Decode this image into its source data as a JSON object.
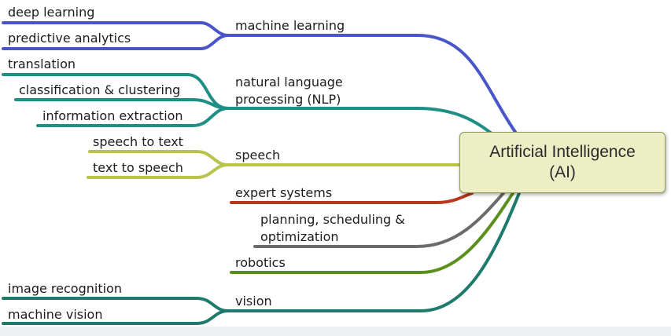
{
  "root": {
    "line1": "Artificial Intelligence",
    "line2": "(AI)"
  },
  "branches": {
    "machine_learning": {
      "label": "machine learning",
      "color": "#4a55c9",
      "leaves": [
        "deep learning",
        "predictive analytics"
      ]
    },
    "nlp": {
      "line1": "natural language",
      "line2": "processing (NLP)",
      "color": "#1f8f86",
      "leaves": [
        "translation",
        "classification & clustering",
        "information extraction"
      ]
    },
    "speech": {
      "label": "speech",
      "color": "#b7c34a",
      "leaves": [
        "speech to text",
        "text to speech"
      ]
    },
    "expert_systems": {
      "label": "expert systems",
      "color": "#b8361c"
    },
    "planning": {
      "line1": "planning, scheduling &",
      "line2": "optimization",
      "color": "#6b6b6b"
    },
    "robotics": {
      "label": "robotics",
      "color": "#5a8f1e"
    },
    "vision": {
      "label": "vision",
      "color": "#1e7a6c",
      "leaves": [
        "image recognition",
        "machine vision"
      ]
    }
  }
}
